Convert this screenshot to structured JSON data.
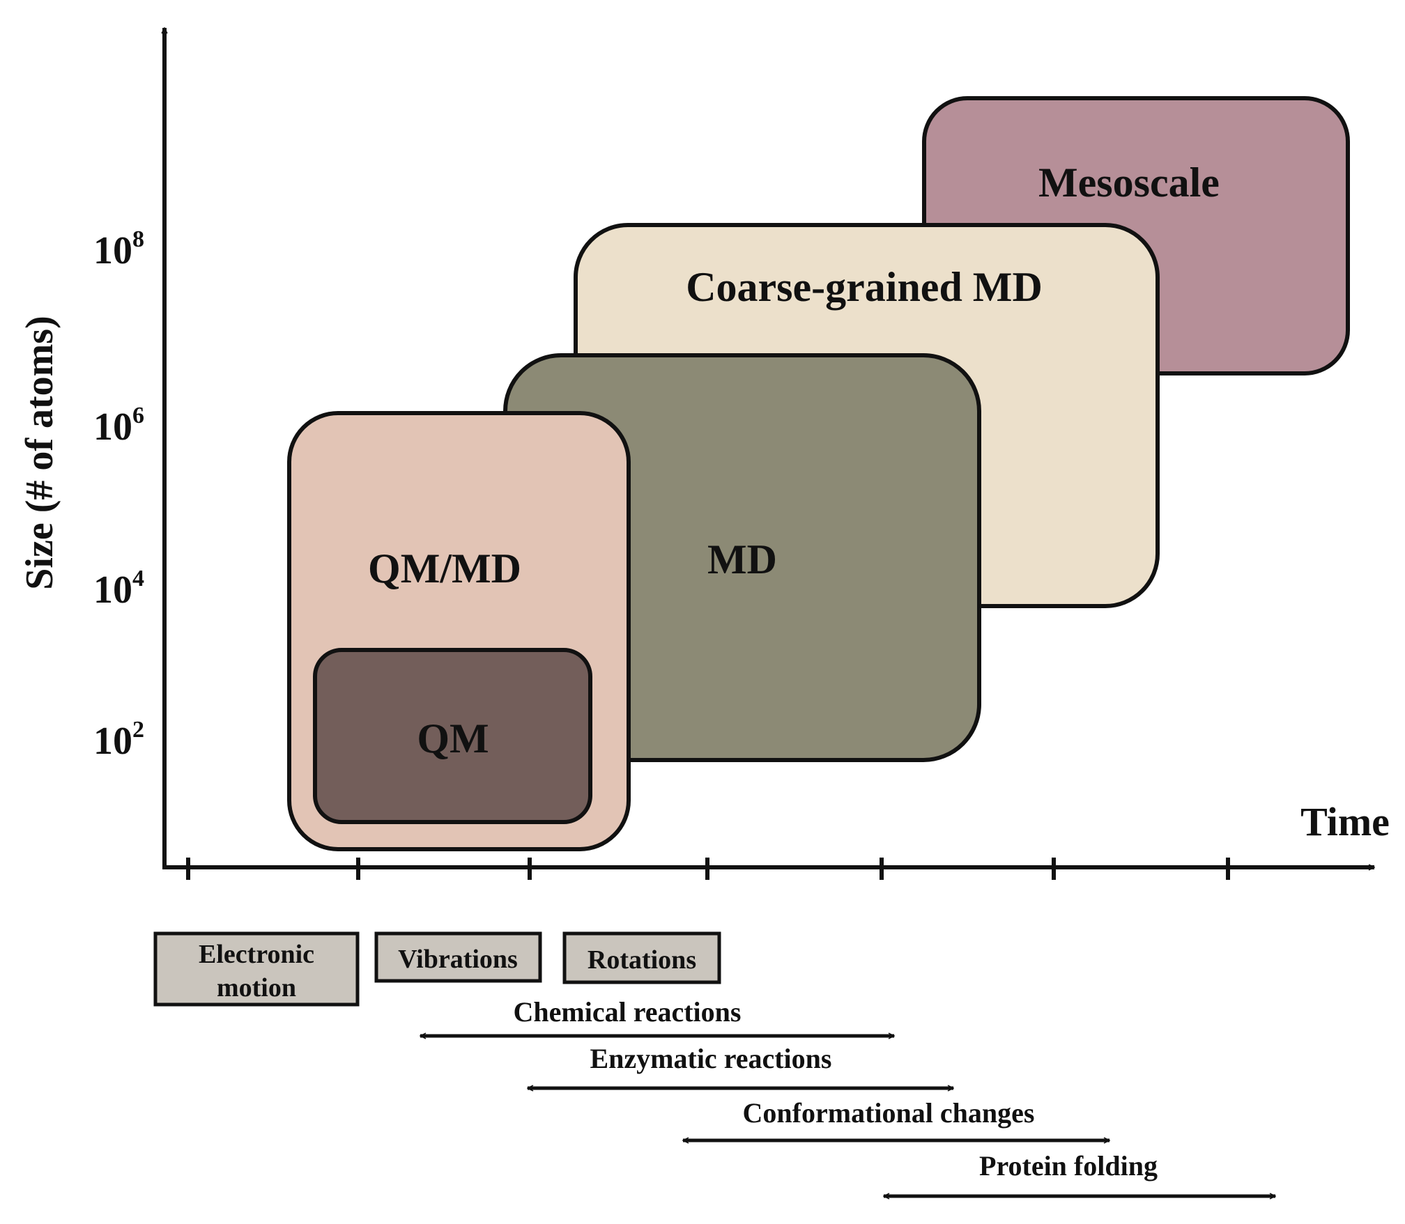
{
  "axes": {
    "y_label": "Size (# of atoms)",
    "x_label": "Time",
    "y_ticks": [
      {
        "base": "10",
        "exp": "8"
      },
      {
        "base": "10",
        "exp": "6"
      },
      {
        "base": "10",
        "exp": "4"
      },
      {
        "base": "10",
        "exp": "2"
      }
    ]
  },
  "methods": [
    {
      "label": "Mesoscale",
      "color": "#b68f98"
    },
    {
      "label": "Coarse-grained MD",
      "color": "#ece0cb"
    },
    {
      "label": "MD",
      "color": "#8c8a75"
    },
    {
      "label": "QM/MD",
      "color": "#e2c4b5"
    },
    {
      "label": "QM",
      "color": "#735e5a"
    }
  ],
  "time_scales": [
    {
      "label_lines": [
        "Electronic",
        "motion"
      ]
    },
    {
      "label_lines": [
        "Vibrations"
      ]
    },
    {
      "label_lines": [
        "Rotations"
      ]
    }
  ],
  "time_scale_box_color": "#cac5bd",
  "processes": [
    {
      "label": "Chemical reactions"
    },
    {
      "label": "Enzymatic reactions"
    },
    {
      "label": "Conformational changes"
    },
    {
      "label": "Protein folding"
    }
  ]
}
